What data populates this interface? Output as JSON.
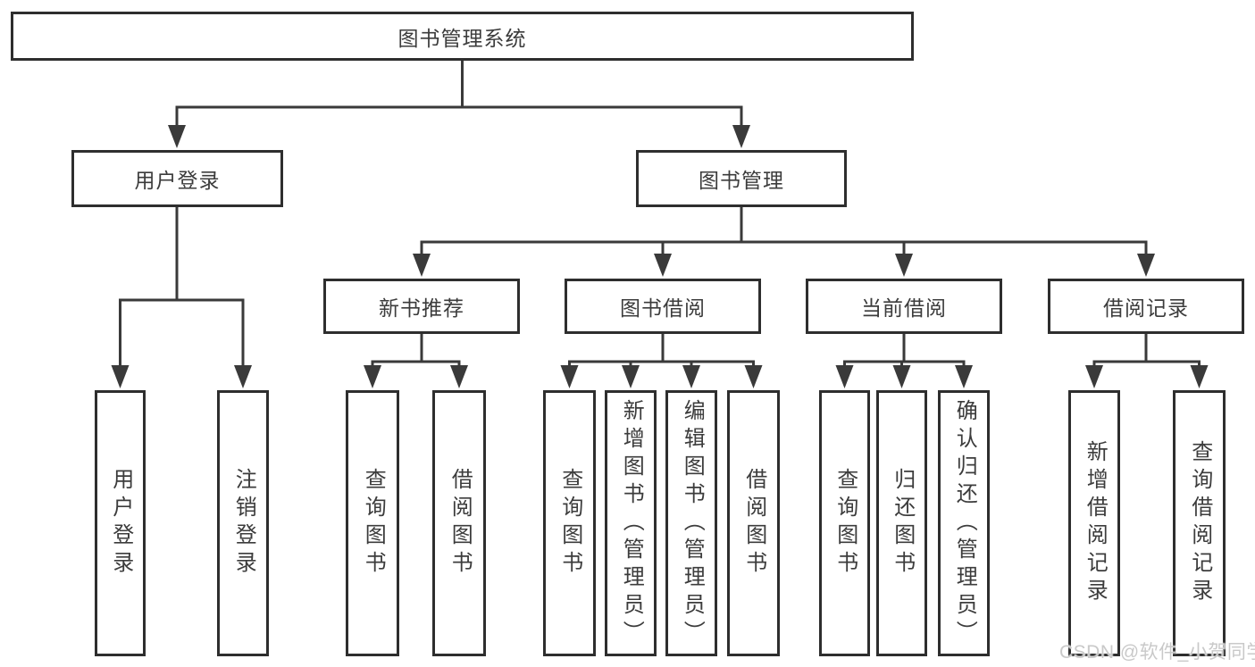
{
  "tree": {
    "label": "图书管理系统",
    "children": [
      {
        "label": "用户登录",
        "children": [
          {
            "label": "用户登录"
          },
          {
            "label": "注销登录"
          }
        ]
      },
      {
        "label": "图书管理",
        "children": [
          {
            "label": "新书推荐",
            "children": [
              {
                "label": "查询图书"
              },
              {
                "label": "借阅图书"
              }
            ]
          },
          {
            "label": "图书借阅",
            "children": [
              {
                "label": "查询图书"
              },
              {
                "label": "新增图书（管理员）"
              },
              {
                "label": "编辑图书（管理员）"
              },
              {
                "label": "借阅图书"
              }
            ]
          },
          {
            "label": "当前借阅",
            "children": [
              {
                "label": "查询图书"
              },
              {
                "label": "归还图书"
              },
              {
                "label": "确认归还（管理员）"
              }
            ]
          },
          {
            "label": "借阅记录",
            "children": [
              {
                "label": "新增借阅记录"
              },
              {
                "label": "查询借阅记录"
              }
            ]
          }
        ]
      }
    ]
  },
  "watermark": "CSDN @软件_小贺同学",
  "colors": {
    "line": "#3a3a3a",
    "box_border": "#2e2e2e",
    "text": "#3c3c3c",
    "watermark": "#c9c9c9",
    "background": "#ffffff"
  }
}
